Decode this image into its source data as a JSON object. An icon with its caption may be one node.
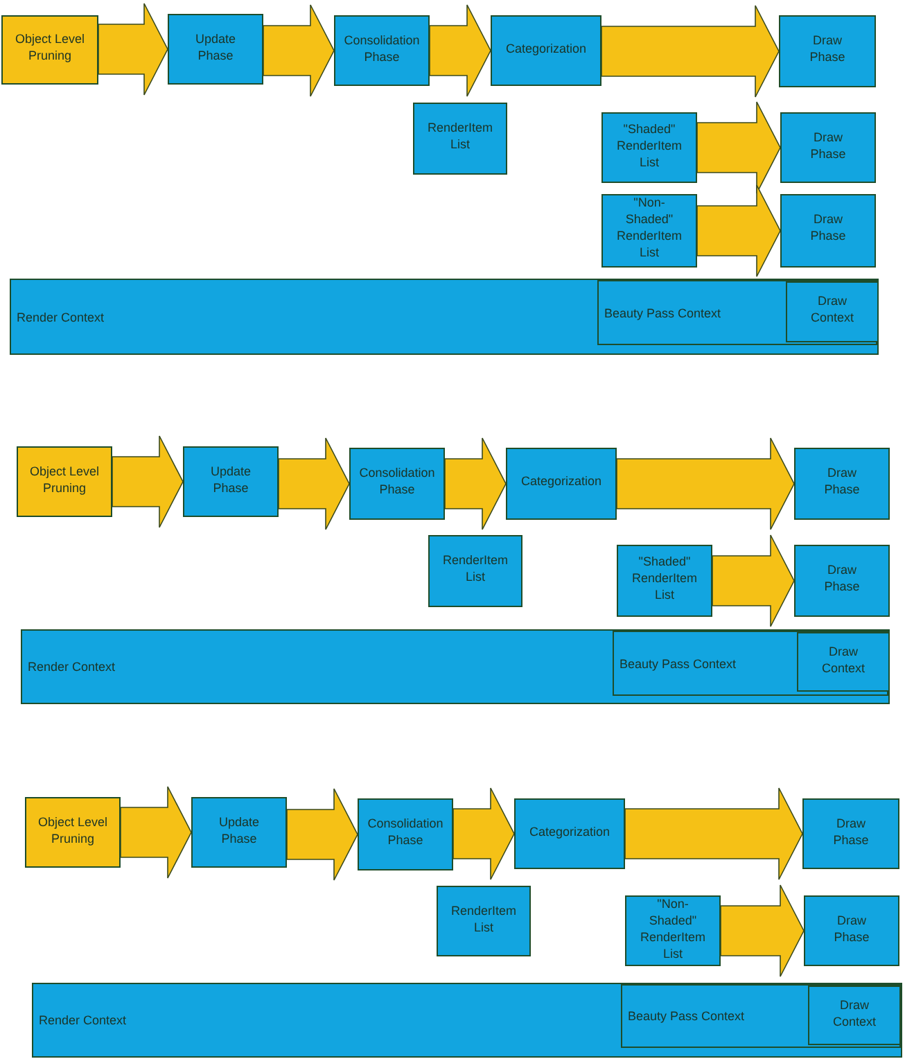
{
  "diagram": {
    "nodes": [
      {
        "text": [
          "Object Level Pruning"
        ]
      },
      {
        "text": [
          "Update Phase"
        ]
      },
      {
        "text": [
          "Consolidation Phase"
        ]
      },
      {
        "text": [
          "Categorization"
        ]
      },
      {
        "text": [
          "Draw Phase"
        ]
      },
      {
        "text": [
          "RenderItem List"
        ]
      },
      {
        "text": [
          "\"Shaded\" RenderItem List"
        ]
      },
      {
        "text": [
          "Draw Phase"
        ]
      },
      {
        "text": [
          "\"Non-Shaded\" RenderItem List"
        ]
      },
      {
        "text": [
          "Draw Phase"
        ]
      },
      {
        "text": [
          "Render Context"
        ]
      },
      {
        "text": [
          "Beauty Pass Context"
        ],
        "in": 10
      },
      {
        "text": [
          "Draw Context"
        ],
        "in": 11
      },
      {
        "text": [
          "Object Level Pruning"
        ]
      },
      {
        "text": [
          "Update Phase"
        ]
      },
      {
        "text": [
          "Consolidation Phase"
        ]
      },
      {
        "text": [
          "Categorization"
        ]
      },
      {
        "text": [
          "Draw Phase"
        ]
      },
      {
        "text": [
          "RenderItem List"
        ]
      },
      {
        "text": [
          "\"Shaded\" RenderItem List"
        ]
      },
      {
        "text": [
          "Draw Phase"
        ]
      },
      {
        "text": [
          "Render Context"
        ]
      },
      {
        "text": [
          "Beauty Pass Context"
        ],
        "in": 21
      },
      {
        "text": [
          "Draw Context"
        ],
        "in": 22
      },
      {
        "text": [
          "Object Level Pruning"
        ]
      },
      {
        "text": [
          "Update Phase"
        ]
      },
      {
        "text": [
          "Consolidation Phase"
        ]
      },
      {
        "text": [
          "Categorization"
        ]
      },
      {
        "text": [
          "Draw Phase"
        ]
      },
      {
        "text": [
          "RenderItem List"
        ]
      },
      {
        "text": [
          "\"Non-Shaded\" RenderItem List"
        ]
      },
      {
        "text": [
          "Draw Phase"
        ]
      },
      {
        "text": [
          "Render Context"
        ]
      },
      {
        "text": [
          "Beauty Pass Context"
        ],
        "in": 32
      },
      {
        "text": [
          "Draw Context"
        ],
        "in": 33
      }
    ],
    "edges": [
      {
        "from": 0,
        "to": 1,
        "arrow": "to"
      },
      {
        "from": 1,
        "to": 2,
        "arrow": "to"
      },
      {
        "from": 2,
        "to": 3,
        "arrow": "to"
      },
      {
        "from": 3,
        "to": 4,
        "arrow": "to"
      },
      {
        "from": 6,
        "to": 7,
        "arrow": "to"
      },
      {
        "from": 8,
        "to": 9,
        "arrow": "to"
      },
      {
        "from": 13,
        "to": 14,
        "arrow": "to"
      },
      {
        "from": 14,
        "to": 15,
        "arrow": "to"
      },
      {
        "from": 15,
        "to": 16,
        "arrow": "to"
      },
      {
        "from": 16,
        "to": 17,
        "arrow": "to"
      },
      {
        "from": 19,
        "to": 20,
        "arrow": "to"
      },
      {
        "from": 24,
        "to": 25,
        "arrow": "to"
      },
      {
        "from": 25,
        "to": 26,
        "arrow": "to"
      },
      {
        "from": 26,
        "to": 27,
        "arrow": "to"
      },
      {
        "from": 27,
        "to": 28,
        "arrow": "to"
      },
      {
        "from": 30,
        "to": 31,
        "arrow": "to"
      }
    ]
  }
}
